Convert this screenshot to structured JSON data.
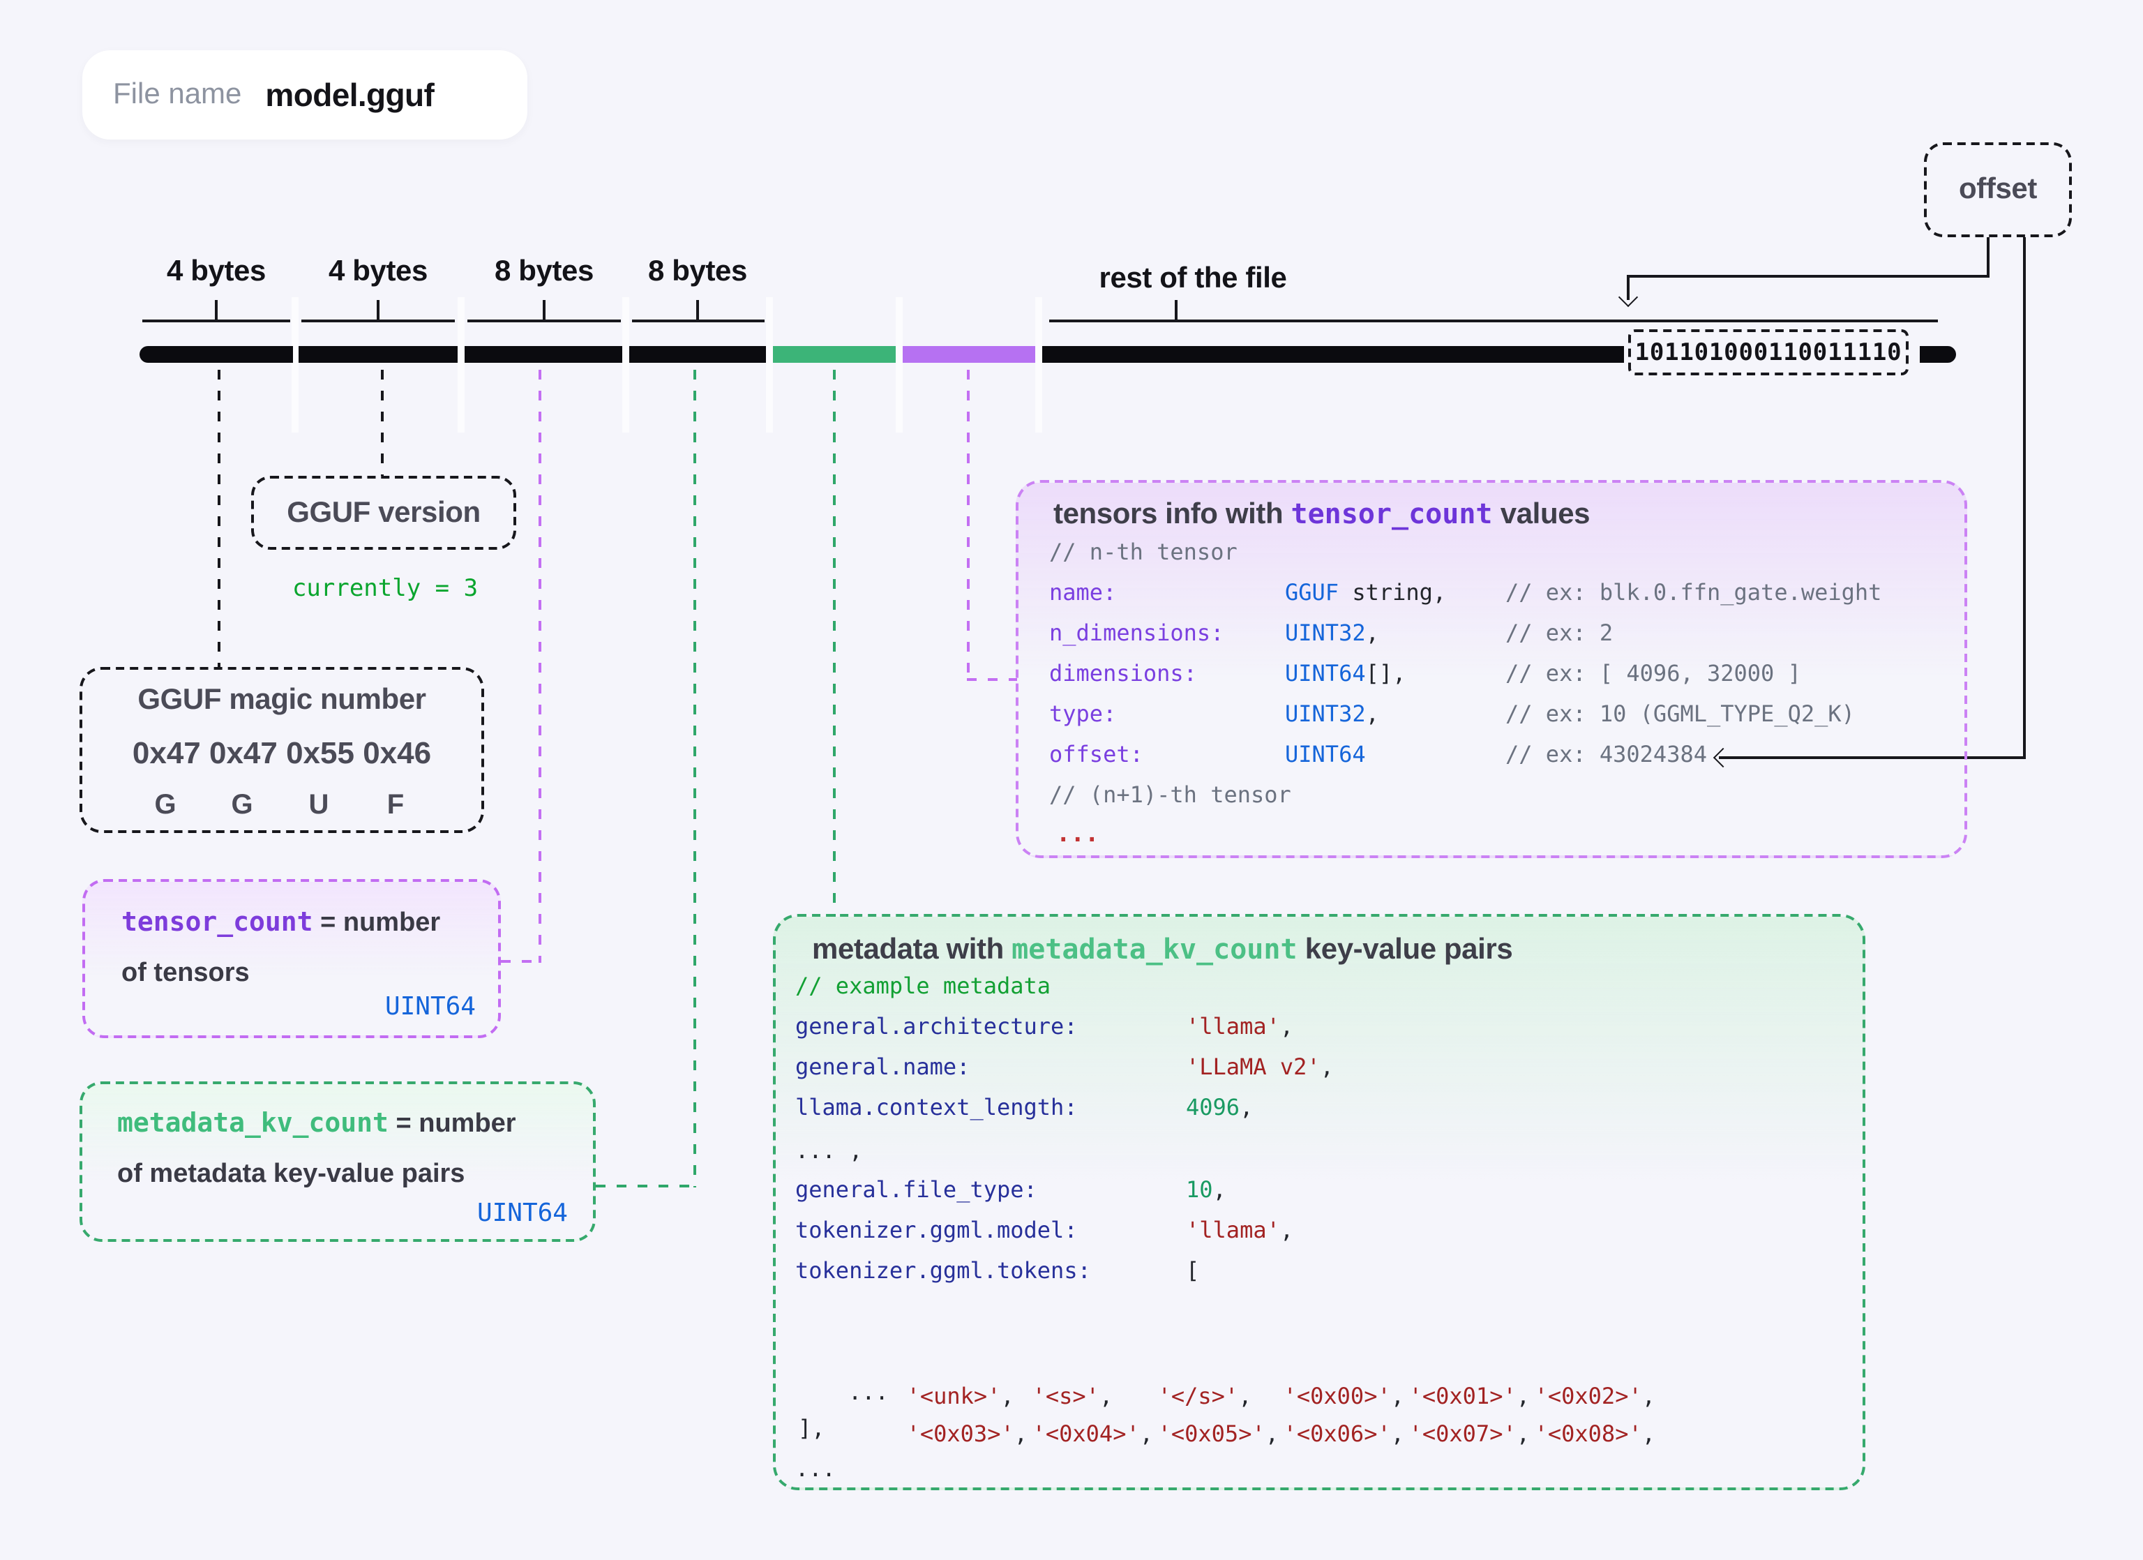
{
  "colors": {
    "background": "#f5f5fb",
    "bar_black": "#0b0b0f",
    "segment_green": "#3cb478",
    "segment_purple": "#b671f2",
    "type_blue": "#1565da",
    "key_purple": "#7a3fe0",
    "key_navy": "#27309a",
    "string_red": "#a22222",
    "number_green": "#199a62"
  },
  "pill": {
    "label": "File name",
    "filename": "model.gguf"
  },
  "bar": {
    "byte_labels": [
      "4 bytes",
      "4 bytes",
      "8 bytes",
      "8 bytes"
    ],
    "rest_label": "rest of the file",
    "binary": "101101000110011110"
  },
  "offset_pointer": {
    "label": "offset"
  },
  "gguf_version": {
    "title": "GGUF version",
    "note": "currently = 3"
  },
  "magic": {
    "title": "GGUF magic number",
    "hex": "0x47 0x47 0x55 0x46",
    "letters": [
      "G",
      "G",
      "U",
      "F"
    ]
  },
  "tensor_count": {
    "code": "tensor_count",
    "text1": " = number",
    "text2": "of tensors",
    "type": "UINT64"
  },
  "metadata_kv_count": {
    "code": "metadata_kv_count",
    "text1": " = number",
    "text2": "of metadata key-value pairs",
    "type": "UINT64"
  },
  "tensors_info": {
    "title_pre": "tensors info with ",
    "title_code": "tensor_count",
    "title_suf": " values",
    "comment_top": "// n-th tensor",
    "rows": [
      {
        "key": "name:",
        "type": "GGUF",
        "rest": " string,",
        "comment": "// ex: blk.0.ffn_gate.weight"
      },
      {
        "key": "n_dimensions:",
        "type": "UINT32",
        "rest": ",",
        "comment": "// ex: 2"
      },
      {
        "key": "dimensions:",
        "type": "UINT64",
        "rest": "[],",
        "comment": "// ex: [ 4096, 32000 ]"
      },
      {
        "key": "type:",
        "type": "UINT32",
        "rest": ",",
        "comment": "// ex: 10 (GGML_TYPE_Q2_K)"
      },
      {
        "key": "offset:",
        "type": "UINT64",
        "rest": "",
        "comment": "// ex: 43024384"
      }
    ],
    "comment_bottom": "// (n+1)-th tensor",
    "ellipsis": "..."
  },
  "metadata": {
    "title_pre": "metadata with ",
    "title_code": "metadata_kv_count",
    "title_suf": " key-value pairs",
    "comment": "// example metadata",
    "rows": [
      {
        "key": "general.architecture:",
        "value": "'llama'",
        "punct": ","
      },
      {
        "key": "general.name:",
        "value": "'LLaMA v2'",
        "punct": ","
      },
      {
        "key": "llama.context_length:",
        "value": "4096",
        "punct": ","
      },
      {
        "key": "general.file_type:",
        "value": "10",
        "punct": ","
      },
      {
        "key": "tokenizer.ggml.model:",
        "value": "'llama'",
        "punct": ","
      },
      {
        "key": "tokenizer.ggml.tokens:",
        "value": "[",
        "punct": ""
      }
    ],
    "mid_ellipsis": "... ,",
    "tokens_row1": [
      "'<unk>'",
      "'<s>'",
      "'</s>'",
      "'<0x00>'",
      "'<0x01>'",
      "'<0x02>'"
    ],
    "tokens_row2": [
      "'<0x03>'",
      "'<0x04>'",
      "'<0x05>'",
      "'<0x06>'",
      "'<0x07>'",
      "'<0x08>'"
    ],
    "comma": ",",
    "inner_ellipsis": "...",
    "close_bracket": "],",
    "outer_ellipsis": "..."
  }
}
